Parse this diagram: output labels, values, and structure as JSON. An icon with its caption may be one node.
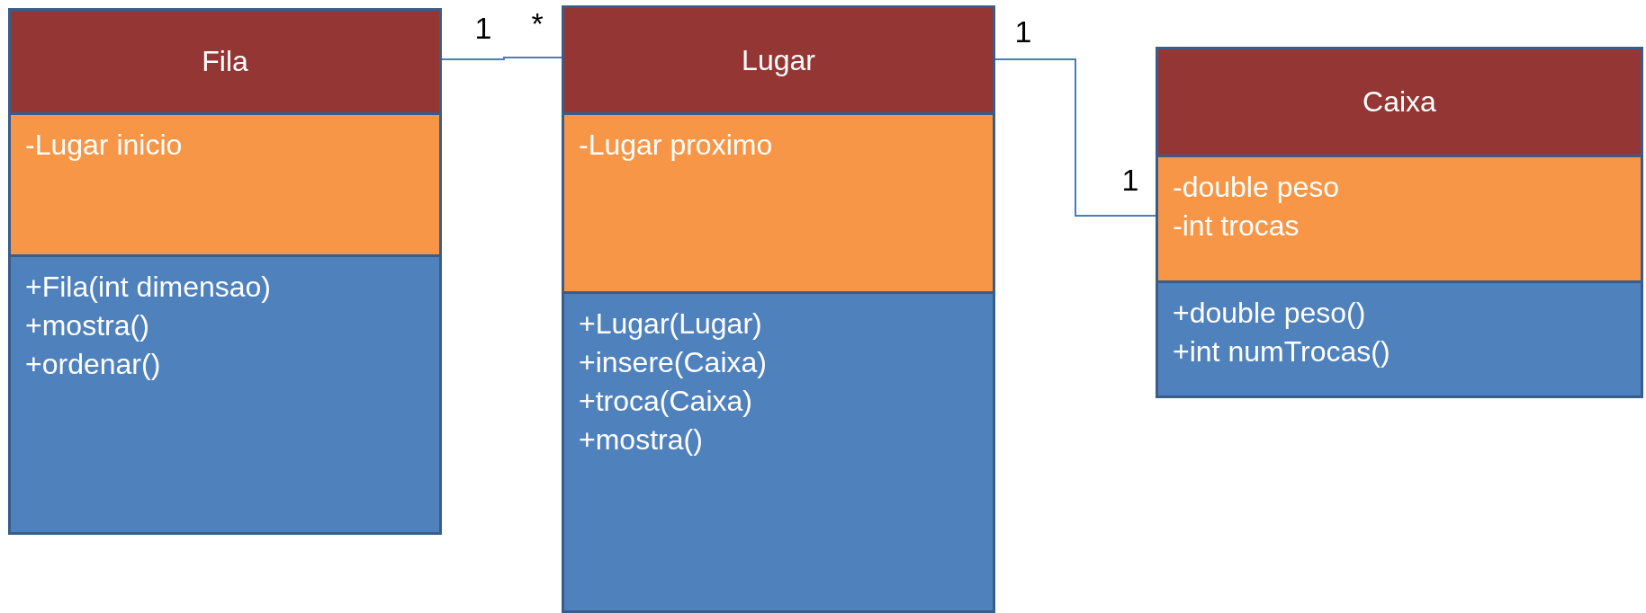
{
  "diagram": {
    "nodes": [
      {
        "text": [
          "Fila"
        ]
      },
      {
        "text": [
          "-Lugar inicio"
        ],
        "in": 0
      },
      {
        "text": [
          "+Fila(int dimensao)",
          "+mostra()",
          "+ordenar()"
        ],
        "in": 0
      },
      {
        "text": [
          "Lugar"
        ]
      },
      {
        "text": [
          "-Lugar proximo"
        ],
        "in": 3
      },
      {
        "text": [
          "+Lugar(Lugar)",
          "+insere(Caixa)",
          "+troca(Caixa)",
          "+mostra()"
        ],
        "in": 3
      },
      {
        "text": [
          "Caixa"
        ]
      },
      {
        "text": [
          "-double peso",
          "-int trocas"
        ],
        "in": 6
      },
      {
        "text": [
          "+double peso()",
          "+int numTrocas()"
        ],
        "in": 6
      }
    ],
    "edges": [
      {
        "from": 0,
        "to": 3,
        "arrow": "none"
      },
      {
        "from": 3,
        "to": 6,
        "arrow": "none"
      }
    ],
    "labels": [
      "1",
      "*",
      "1",
      "1"
    ]
  }
}
